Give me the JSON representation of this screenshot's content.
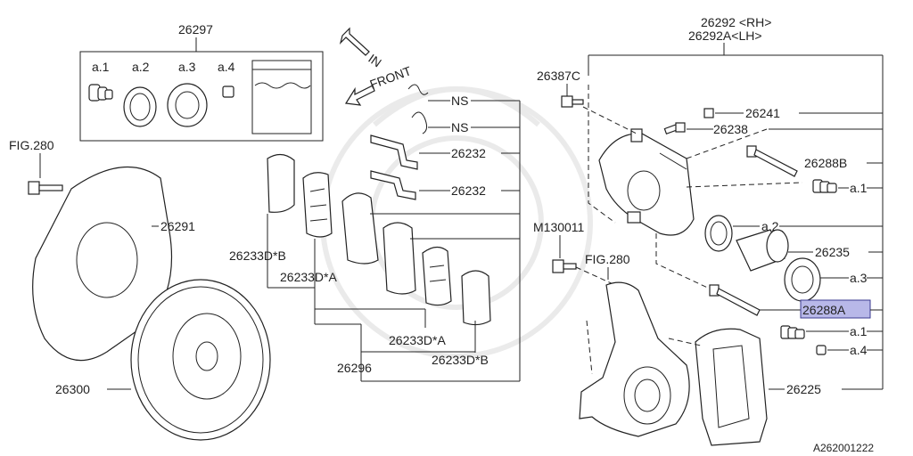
{
  "labels": {
    "kit": "26297",
    "kit_a1": "a.1",
    "kit_a2": "a.2",
    "kit_a3": "a.3",
    "kit_a4": "a.4",
    "in_arrow": "IN",
    "front_arrow": "FRONT",
    "ns1": "NS",
    "ns2": "NS",
    "clip1": "26232",
    "clip2": "26232",
    "fig280_top": "FIG.280",
    "shield": "26291",
    "pad_b_left": "26233D*B",
    "pad_a_left": "26233D*A",
    "pad_a_right": "26233D*A",
    "pad_b_right": "26233D*B",
    "pad_kit": "26296",
    "rotor": "26300",
    "caliper_rh": "26292 <RH>",
    "caliper_lh": "26292A<LH>",
    "bleeder": "26387C",
    "cap": "26241",
    "screw_26238": "26238",
    "pin_b": "26288B",
    "r_a1_top": "a.1",
    "r_a2": "a.2",
    "piston": "26235",
    "r_a3": "a.3",
    "pin_a": "26288A",
    "r_a1_bottom": "a.1",
    "r_a4": "a.4",
    "bracket": "26225",
    "bolt_m": "M130011",
    "fig280_mid": "FIG.280",
    "diagram_id": "A262001222"
  },
  "colors": {
    "line": "#222222",
    "highlight": "#b8b8e8"
  }
}
